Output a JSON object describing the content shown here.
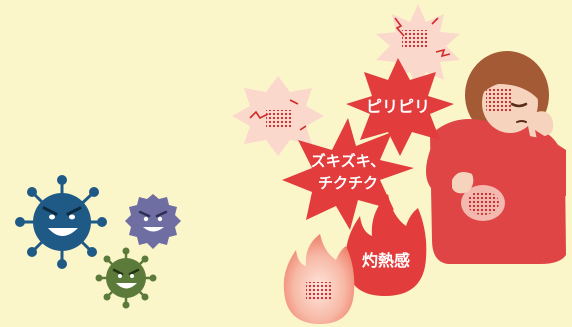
{
  "labels": {
    "piripiri": "ピリピリ",
    "zukizuki_line1": "ズキズキ、",
    "zukizuki_line2": "チクチク",
    "shakunetsu": "灼熱感"
  },
  "colors": {
    "background": "#fbf6c9",
    "burst_red": "#e23c3c",
    "burst_pale": "#fad8cc",
    "shirt_red": "#e04545",
    "hair_brown": "#a45a35",
    "skin": "#f6d3bd",
    "germ_blue": "#1f5a87",
    "germ_purple": "#6f6ea3",
    "germ_green": "#5c7a3a"
  },
  "icons": [
    "blue-germ-icon",
    "purple-germ-icon",
    "green-germ-icon",
    "pain-burst-icon",
    "flame-icon",
    "person-icon"
  ]
}
